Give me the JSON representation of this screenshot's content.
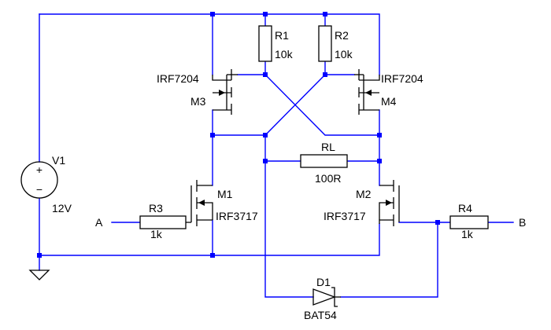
{
  "source": {
    "designator": "V1",
    "value": "12V",
    "plus_sign": "+",
    "minus_sign": "−"
  },
  "components": {
    "R1": {
      "designator": "R1",
      "value": "10k"
    },
    "R2": {
      "designator": "R2",
      "value": "10k"
    },
    "R3": {
      "designator": "R3",
      "value": "1k"
    },
    "R4": {
      "designator": "R4",
      "value": "1k"
    },
    "RL": {
      "designator": "RL",
      "value": "100R"
    },
    "M1": {
      "designator": "M1",
      "part": "IRF3717"
    },
    "M2": {
      "designator": "M2",
      "part": "IRF3717"
    },
    "M3": {
      "designator": "M3",
      "part": "IRF7204"
    },
    "M4": {
      "designator": "M4",
      "part": "IRF7204"
    },
    "D1": {
      "designator": "D1",
      "part": "BAT54"
    }
  },
  "ports": {
    "A": "A",
    "B": "B"
  },
  "colors": {
    "wire": "#0000ff",
    "component": "#000000",
    "background": "#ffffff"
  }
}
